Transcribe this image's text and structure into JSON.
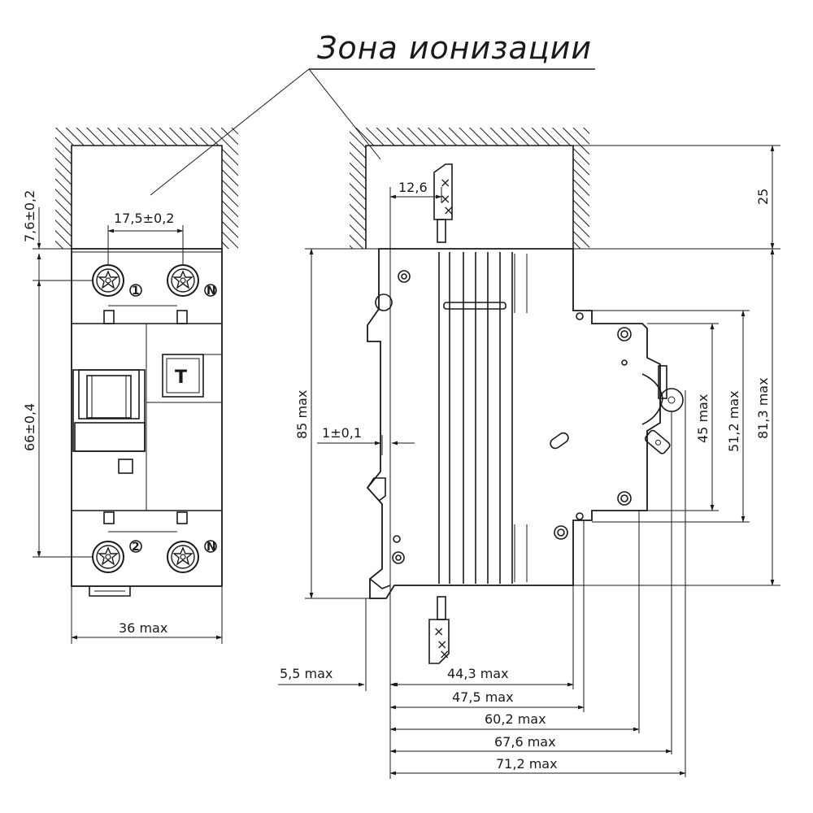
{
  "title": "Зона ионизации",
  "front_view": {
    "test_button_label": "T",
    "terminal_marks": [
      "1",
      "N",
      "2",
      "N"
    ],
    "dimensions": {
      "top_clearance": "7,6±0,2",
      "terminal_spacing": "17,5±0,2",
      "terminal_height": "66±0,4",
      "width": "36 max"
    }
  },
  "side_view": {
    "dimensions": {
      "wire_offset": "12,6",
      "top_zone": "25",
      "height": "85 max",
      "rail_gap": "1±0,1",
      "d45": "45 max",
      "d51": "51,2 max",
      "d81": "81,3 max",
      "d5": "5,5 max",
      "d44": "44,3 max",
      "d47": "47,5 max",
      "d60": "60,2 max",
      "d67": "67,6 max",
      "d71": "71,2 max"
    }
  }
}
